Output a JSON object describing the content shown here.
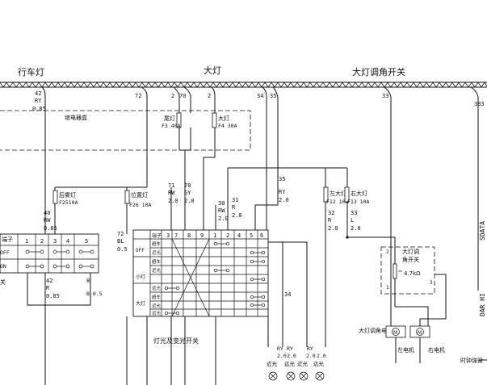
{
  "sections": {
    "running_lights": "行车灯",
    "headlights": "大灯",
    "headlight_leveling_switch": "大灯调角开关"
  },
  "wire_numbers": {
    "w42_top": "42",
    "w72_top": "72",
    "w2a": "2",
    "w70_top": "70",
    "w2b": "2",
    "w34_top": "34",
    "w35_top": "35",
    "w33_top": "33",
    "w383": "383",
    "w35_mid": "35",
    "w72_mid": "72",
    "w71": "71",
    "w70_mid": "70",
    "w30": "30",
    "w31": "31",
    "w32": "32",
    "w33_mid": "33",
    "w40": "40",
    "w42_bot": "42",
    "w8": "8",
    "w34_bot": "34"
  },
  "wire_specs": {
    "ry_085_top_a": "RY",
    "ry_085_top_b": "0.85",
    "ry_20_mid_a": "RY",
    "ry_20_mid_b": "2.0",
    "bl_05_a": "BL",
    "bl_05_b": "0.5",
    "rw_20_a": "RW",
    "rw_20_b": "2.0",
    "gy_20_a": "GY",
    "gy_20_b": "2.0",
    "rw_20b_a": "RW",
    "rw_20b_b": "2.0",
    "r_20_a": "R",
    "r_20_b": "2.0",
    "r_20_left_a": "R",
    "r_20_left_b": "2.0",
    "l_20_a": "L",
    "l_20_b": "2.0",
    "rw_085_a": "RW",
    "rw_085_b": "0.85",
    "r_085_a": "R",
    "r_085_b": "0.85",
    "b_05": "B 0.5",
    "bot_ry1": "RY",
    "bot_20a": "2.0",
    "bot_ry2": "RY",
    "bot_20b": "2.0",
    "bot_ry3": "RY",
    "bot_20c": "2.0",
    "bot_20d": "2.0"
  },
  "components": {
    "relay_box": "继电器盒",
    "tail_fuse_name": "尾灯",
    "tail_fuse_id": "F3 40A",
    "head_fuse_name": "大灯",
    "head_fuse_id": "F4 30A",
    "fog_fuse_name": "后雾灯",
    "fog_fuse_id": "F2510A",
    "pos_fuse_name": "位置灯",
    "pos_fuse_id": "F26 10A",
    "left_head_name": "左大灯",
    "left_head_id": "F12 10A",
    "right_head_name": "右大灯",
    "right_head_id": "F13 10A",
    "level_switch_l1": "大灯调",
    "level_switch_l2": "角开关",
    "resistor": "4.7kΩ",
    "p1": "1",
    "p2": "2",
    "p3": "3",
    "level_motor": "大灯调角电机",
    "left_motor": "左电机",
    "right_motor": "右电机",
    "light_switch": "灯光及变光开关",
    "clock_spring": "时钟弹簧",
    "sdata": "SDATA",
    "dar": "DAR HI"
  },
  "left_switch": {
    "terminal_label": "端子",
    "pins": [
      "1",
      "2",
      "3",
      "4",
      "5"
    ],
    "row_off": "OFF",
    "row_on": "ON",
    "side_label": "关"
  },
  "switch_table": {
    "corner": "端子",
    "pins": [
      "3",
      "7",
      "8",
      "9",
      "1",
      "2",
      "4",
      "5",
      "6"
    ],
    "groups": [
      "OFF",
      "小灯",
      "大灯"
    ],
    "rows": [
      "超车",
      "近光",
      "超车",
      "近光",
      "远光",
      "超车",
      "近光",
      "远光"
    ]
  },
  "bottom_labels": {
    "near_a": "近光",
    "far_a": "远光",
    "near_b": "近光",
    "far_b": "远光"
  }
}
